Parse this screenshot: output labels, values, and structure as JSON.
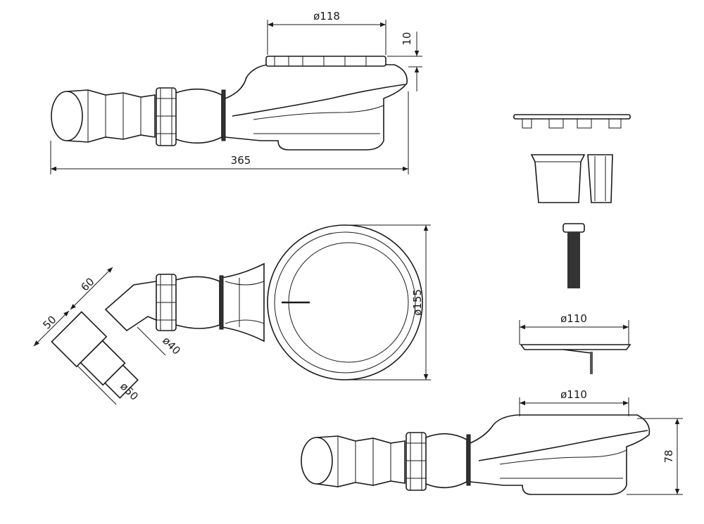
{
  "title": "Shower drain technical drawing",
  "dimensions": {
    "top_flange_diameter": "ø118",
    "top_flange_height": "10",
    "overall_length": "365",
    "elbow_length_60": "60",
    "elbow_length_50": "50",
    "outlet_diameter_40": "ø40",
    "outlet_diameter_50": "ø50",
    "body_diameter": "ø155",
    "cover_diameter": "ø110",
    "bottom_flange_diameter": "ø110",
    "bottom_height": "78"
  }
}
